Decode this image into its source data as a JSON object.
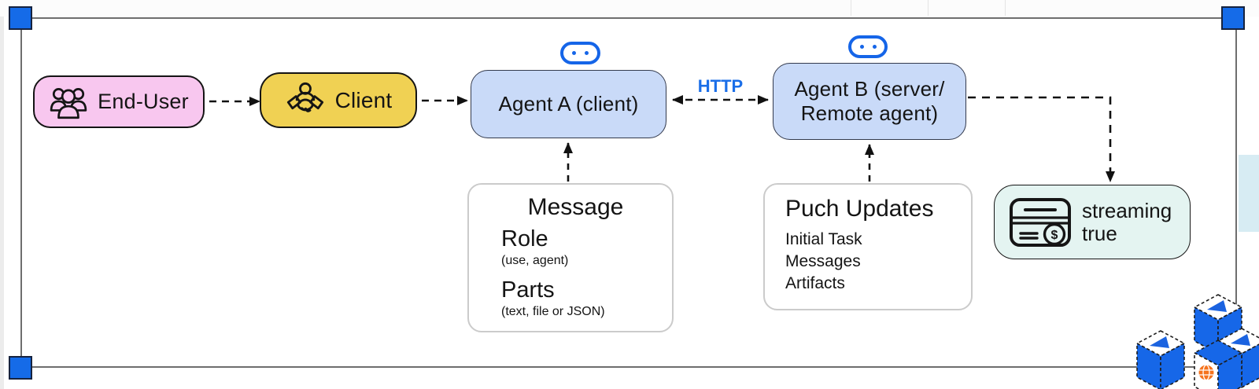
{
  "diagram": {
    "nodes": {
      "end_user": {
        "label": "End-User",
        "bg": "#F8C7EF"
      },
      "client": {
        "label": "Client",
        "bg": "#F0D153"
      },
      "agent_a": {
        "label": "Agent A (client)",
        "bg": "#C9DAF8"
      },
      "agent_b": {
        "label_line1": "Agent B (server/",
        "label_line2": "Remote agent)",
        "bg": "#C9DAF8"
      },
      "streaming": {
        "label_line1": "streaming",
        "label_line2": "true",
        "bg": "#E4F4F1"
      }
    },
    "edges": {
      "http_label": "HTTP",
      "http_color": "#1A6EE8",
      "style": "dashed-black-arrows"
    },
    "cards": {
      "message": {
        "title": "Message",
        "items": [
          {
            "heading": "Role",
            "sub": "(use, agent)"
          },
          {
            "heading": "Parts",
            "sub": "(text, file or JSON)"
          }
        ]
      },
      "push_updates": {
        "title": "Puch Updates",
        "items": [
          "Initial Task",
          "Messages",
          "Artifacts"
        ]
      }
    },
    "icons": {
      "end_user": "people-group-icon",
      "client": "handshake-icon",
      "agent_a": "robot-icon",
      "agent_b": "robot-icon",
      "streaming": "credit-card-dollar-icon",
      "decoration": "isometric-cubes-illustration"
    },
    "colors": {
      "selection_handle": "#156BE8",
      "selection_border": "#6E6E6E",
      "node_border": "#141414",
      "agent_node_border": "#333A4D",
      "card_border": "#CBCBCB",
      "arrow": "#111111",
      "robot_blue": "#1565E8",
      "cube_blue": "#1667E8",
      "globe_orange": "#F5731D",
      "accent_panel": "#D7ECF3"
    }
  }
}
